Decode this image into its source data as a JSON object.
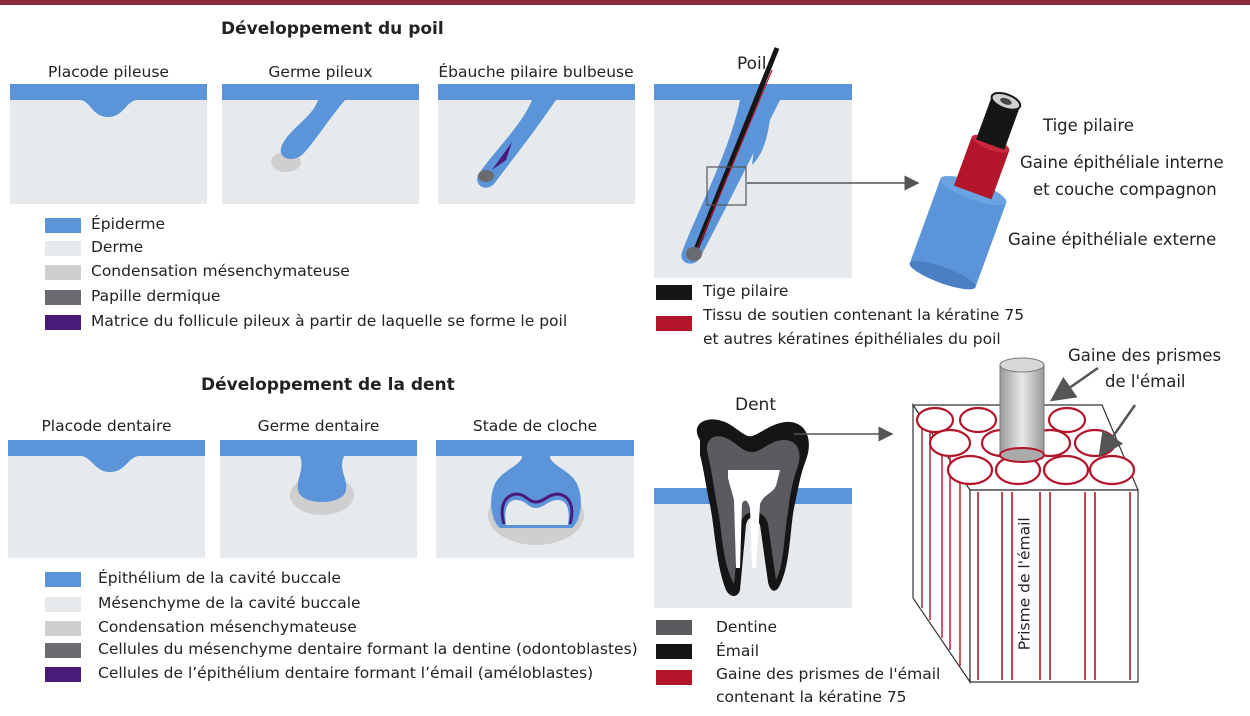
{
  "colors": {
    "epiderm": "#5b94d9",
    "derm": "#e6eaed",
    "condensation": "#cfcfcf",
    "papilla": "#6a6b6e",
    "matrix": "#4a1a78",
    "shaft": "#161616",
    "sheath_red": "#b3162b",
    "dentine": "#5a5b5e",
    "enamel": "#151515",
    "frame": "#8a2a3a"
  },
  "hair": {
    "title": "Développement du poil",
    "stages": [
      "Placode pileuse",
      "Germe pileux",
      "Ébauche pilaire bulbeuse"
    ],
    "poil_label": "Poil",
    "zoom_labels": {
      "shaft": "Tige pilaire",
      "inner_sheath_1": "Gaine épithéliale interne",
      "inner_sheath_2": "et couche compagnon",
      "outer_sheath": "Gaine épithéliale externe"
    },
    "legend_left": [
      {
        "label": "Épiderme",
        "color_key": "epiderm"
      },
      {
        "label": "Derme",
        "color_key": "derm"
      },
      {
        "label": "Condensation mésenchymateuse",
        "color_key": "condensation"
      },
      {
        "label": "Papille dermique",
        "color_key": "papilla"
      },
      {
        "label": "Matrice du follicule pileux à partir de laquelle se forme le poil",
        "color_key": "matrix"
      }
    ],
    "legend_right": [
      {
        "label": "Tige pilaire",
        "color_key": "shaft"
      },
      {
        "label": "Tissu de soutien contenant la kératine 75",
        "label2": "et autres kératines épithéliales du poil",
        "color_key": "sheath_red"
      }
    ]
  },
  "tooth": {
    "title": "Développement de la dent",
    "stages": [
      "Placode dentaire",
      "Germe dentaire",
      "Stade de cloche"
    ],
    "dent_label": "Dent",
    "prism_sheath_1": "Gaine des prismes",
    "prism_sheath_2": "de l'émail",
    "prism_label": "Prisme de l'émail",
    "legend_left": [
      {
        "label": "Épithélium de la cavité buccale",
        "color_key": "epiderm"
      },
      {
        "label": "Mésenchyme de la cavité buccale",
        "color_key": "derm"
      },
      {
        "label": "Condensation mésenchymateuse",
        "color_key": "condensation"
      },
      {
        "label": "Cellules du mésenchyme dentaire formant la dentine (odontoblastes)",
        "color_key": "papilla"
      },
      {
        "label": "Cellules de l’épithélium dentaire formant l’émail (améloblastes)",
        "color_key": "matrix"
      }
    ],
    "legend_right": [
      {
        "label": "Dentine",
        "color_key": "dentine"
      },
      {
        "label": "Émail",
        "color_key": "enamel"
      },
      {
        "label": "Gaine des prismes de l'émail",
        "label2": "contenant la kératine 75",
        "color_key": "sheath_red"
      }
    ]
  }
}
